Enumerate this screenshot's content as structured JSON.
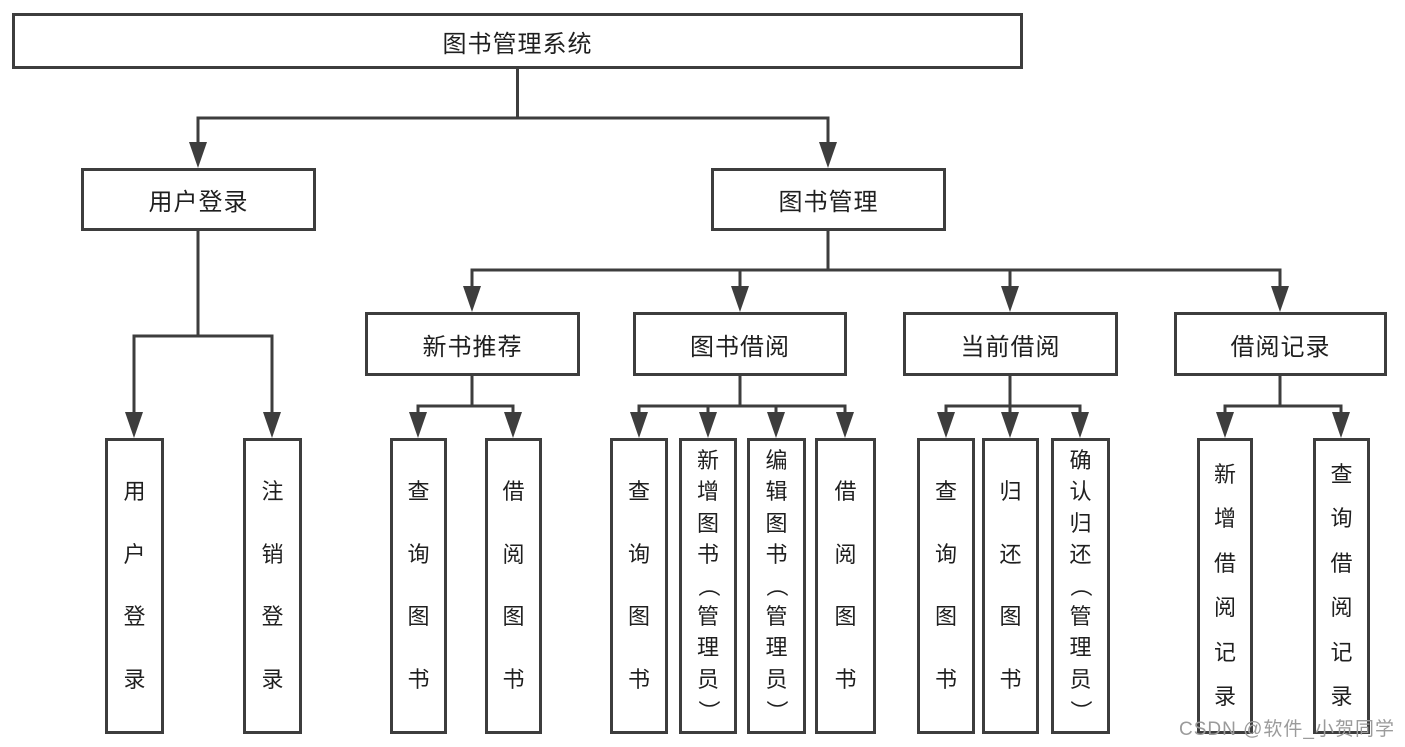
{
  "diagram": {
    "colors": {
      "line": "#3d3d3d",
      "box_border": "#3d3d3d",
      "text": "#1f1f1f",
      "background": "#ffffff",
      "watermark_text_color": "#9b9b9b"
    },
    "nodes": {
      "root": {
        "label": "图书管理系统"
      },
      "user_login": {
        "label": "用户登录"
      },
      "book_mgmt": {
        "label": "图书管理"
      },
      "new_book": {
        "label": "新书推荐"
      },
      "book_borrow": {
        "label": "图书借阅"
      },
      "current_borrow": {
        "label": "当前借阅"
      },
      "borrow_record": {
        "label": "借阅记录"
      },
      "ul_login": {
        "label": "用户登录"
      },
      "ul_logout": {
        "label": "注销登录"
      },
      "nb_query": {
        "label": "查询图书"
      },
      "nb_borrow": {
        "label": "借阅图书"
      },
      "bb_query": {
        "label": "查询图书"
      },
      "bb_add": {
        "label": "新增图书（管理员）"
      },
      "bb_edit": {
        "label": "编辑图书（管理员）"
      },
      "bb_borrow": {
        "label": "借阅图书"
      },
      "cb_query": {
        "label": "查询图书"
      },
      "cb_return": {
        "label": "归还图书"
      },
      "cb_confirm": {
        "label": "确认归还（管理员）"
      },
      "br_add": {
        "label": "新增借阅记录"
      },
      "br_query": {
        "label": "查询借阅记录"
      }
    },
    "watermark": "CSDN @软件_小贺同学"
  }
}
